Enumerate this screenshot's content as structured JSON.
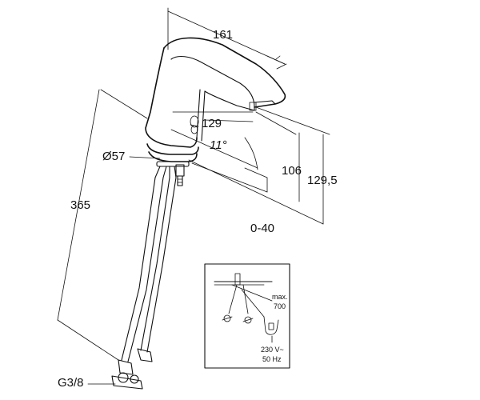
{
  "dimensions": {
    "spout_reach": "161",
    "body_width": "129",
    "spout_angle": "11°",
    "base_diameter": "Ø57",
    "total_length": "365",
    "spout_height": "106",
    "overall_height": "129,5",
    "deck_thickness": "0-40",
    "connection_thread": "G3/8"
  },
  "inset": {
    "max_label": "max.",
    "max_value": "700",
    "voltage": "230 V~",
    "frequency": "50 Hz"
  }
}
